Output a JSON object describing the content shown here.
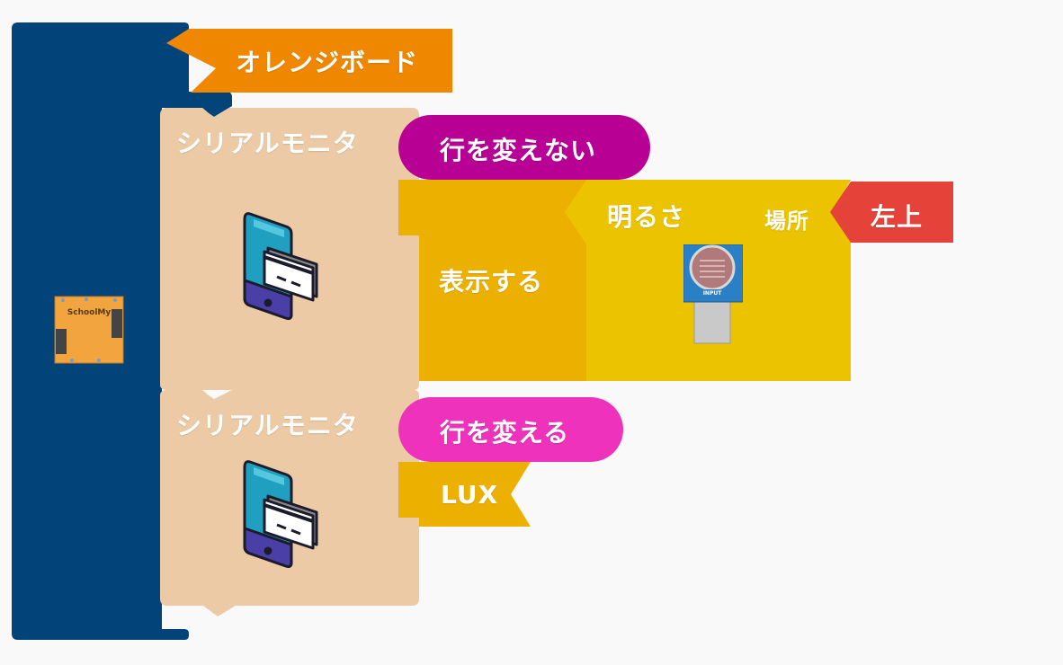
{
  "colors": {
    "background": "#f9f9fa",
    "board_block": "#02447a",
    "orange_label": "#ef8700",
    "serial_block": "#ebcaa5",
    "newline_off": "#b80095",
    "newline_on": "#ef32bb",
    "display_block": "#ecb000",
    "sensor_block": "#ecc300",
    "position_value": "#e5423a",
    "lux_label": "#ecb000"
  },
  "board_block": {
    "name": "オレンジボード",
    "board_icon": "schoolmy-board-icon",
    "board_text": "SchoolMy"
  },
  "serial_blocks": [
    {
      "label": "シリアルモニタ",
      "icon": "phone-card-icon",
      "newline_option": "行を変えない",
      "input_block": {
        "label": "表示する",
        "sensor": {
          "label": "明るさ",
          "position_label": "場所",
          "position_value": "左上",
          "icon": "light-sensor-icon",
          "icon_text": "INPUT"
        }
      }
    },
    {
      "label": "シリアルモニタ",
      "icon": "phone-card-icon",
      "newline_option": "行を変える",
      "input_block": {
        "label": "LUX"
      }
    }
  ]
}
